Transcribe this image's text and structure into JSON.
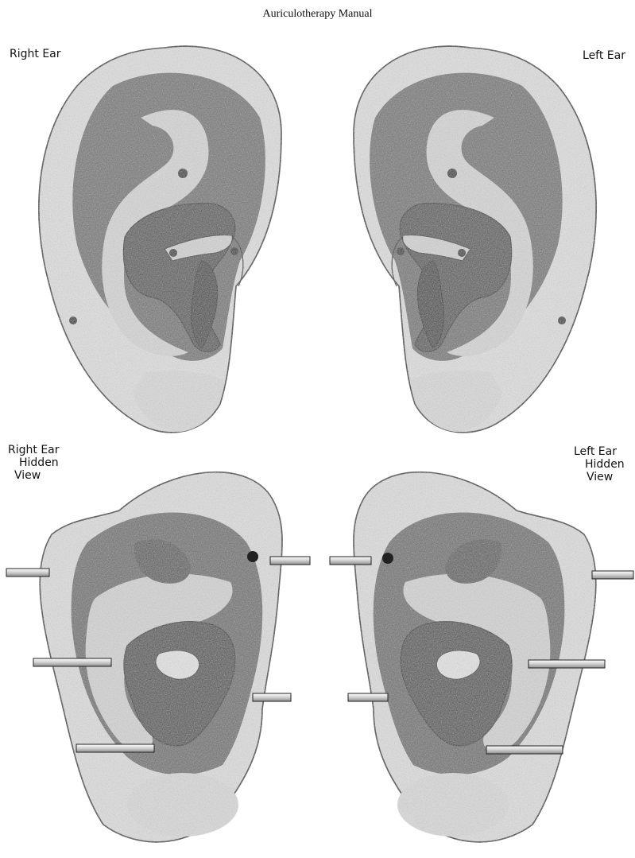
{
  "title": "Auriculotherapy Manual",
  "labels": {
    "right_ear": "Right Ear",
    "left_ear": "Left Ear",
    "right_ear_hidden": [
      "Right Ear",
      "Hidden",
      "View"
    ],
    "left_ear_hidden": [
      "Left Ear",
      "Hidden",
      "View"
    ]
  }
}
